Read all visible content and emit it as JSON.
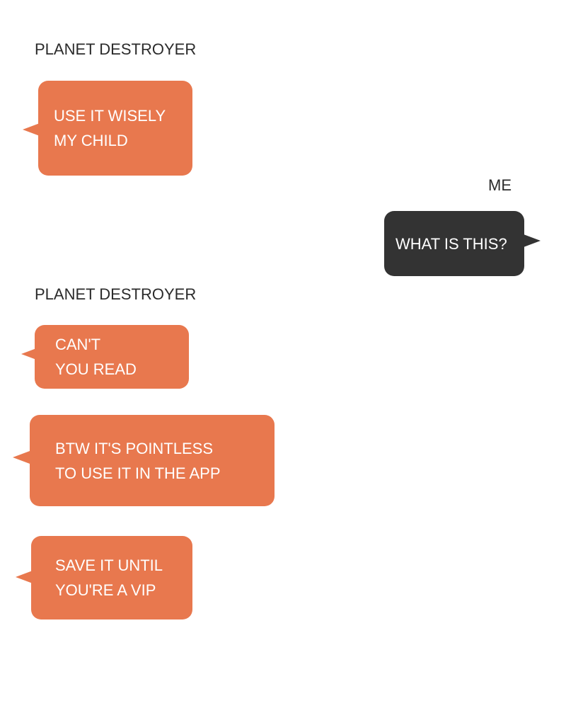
{
  "colors": {
    "bot_bubble": "#E8784E",
    "user_bubble": "#333333"
  },
  "messages": [
    {
      "sender": "PLANET DESTROYER",
      "lines": [
        "USE IT WISELY",
        "MY CHILD"
      ]
    },
    {
      "sender": "ME",
      "lines": [
        "WHAT IS THIS?"
      ]
    },
    {
      "sender": "PLANET DESTROYER",
      "lines": [
        "CAN'T",
        "YOU READ"
      ]
    },
    {
      "lines": [
        "BTW IT'S POINTLESS",
        "TO USE IT IN THE APP"
      ]
    },
    {
      "lines": [
        "SAVE IT UNTIL",
        "YOU'RE A VIP"
      ]
    }
  ]
}
